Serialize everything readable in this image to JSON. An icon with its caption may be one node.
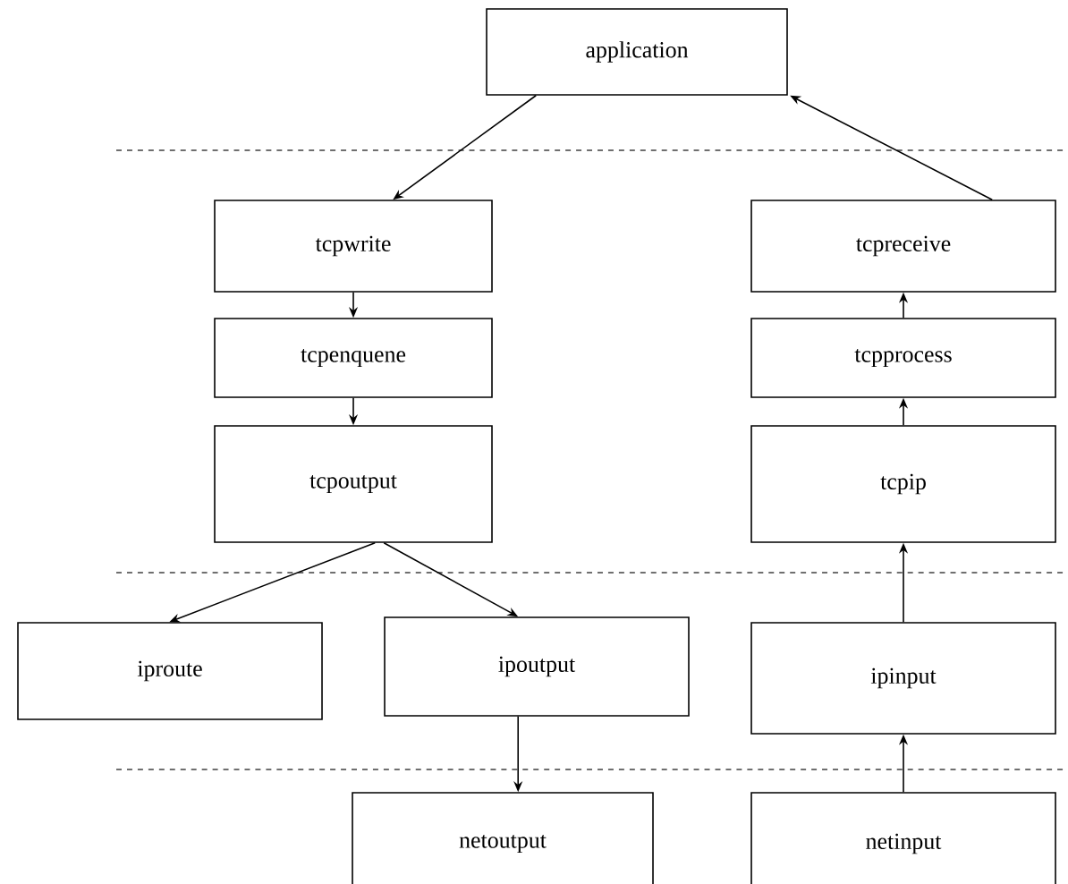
{
  "diagram": {
    "nodes": [
      {
        "text": [
          "application"
        ]
      },
      {
        "text": [
          "tcpwrite"
        ]
      },
      {
        "text": [
          "tcpenquene"
        ]
      },
      {
        "text": [
          "tcpoutput"
        ]
      },
      {
        "text": [
          "tcpreceive"
        ]
      },
      {
        "text": [
          "tcpprocess"
        ]
      },
      {
        "text": [
          "tcpip"
        ]
      },
      {
        "text": [
          "iproute"
        ]
      },
      {
        "text": [
          "ipoutput"
        ]
      },
      {
        "text": [
          "ipinput"
        ]
      },
      {
        "text": [
          "netoutput"
        ]
      },
      {
        "text": [
          "netinput"
        ]
      }
    ],
    "edges": [
      {
        "from": 0,
        "to": 1,
        "arrow": "to"
      },
      {
        "from": 1,
        "to": 2,
        "arrow": "to"
      },
      {
        "from": 2,
        "to": 3,
        "arrow": "to"
      },
      {
        "from": 3,
        "to": 7,
        "arrow": "to"
      },
      {
        "from": 3,
        "to": 8,
        "arrow": "to"
      },
      {
        "from": 8,
        "to": 10,
        "arrow": "to"
      },
      {
        "from": 11,
        "to": 9,
        "arrow": "to"
      },
      {
        "from": 9,
        "to": 6,
        "arrow": "to"
      },
      {
        "from": 6,
        "to": 5,
        "arrow": "to"
      },
      {
        "from": 5,
        "to": 4,
        "arrow": "to"
      },
      {
        "from": 4,
        "to": 0,
        "arrow": "to"
      }
    ]
  }
}
